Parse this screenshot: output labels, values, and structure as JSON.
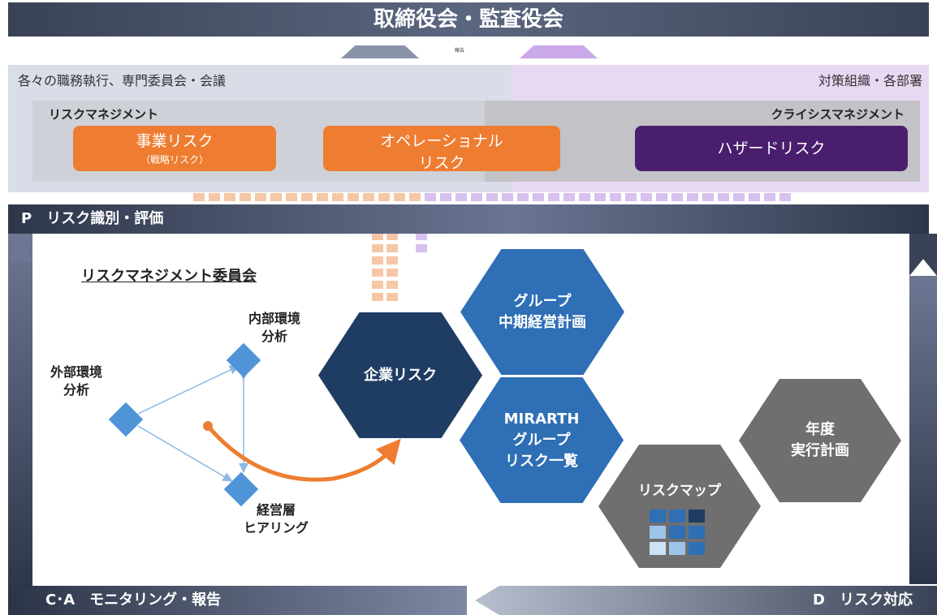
{
  "board": {
    "title": "取締役会・監査役会",
    "report_label": "報告"
  },
  "context": {
    "left_label": "各々の職務執行、専門委員会・会議",
    "right_label": "対策組織・各部署"
  },
  "management": {
    "risk_management_title": "リスクマネジメント",
    "crisis_management_title": "クライシスマネジメント"
  },
  "risks": {
    "business_main": "事業リスク",
    "business_sub": "（戦略リスク）",
    "operational_line1": "オペレーショナル",
    "operational_line2": "リスク",
    "hazard": "ハザードリスク"
  },
  "pdca": {
    "p_label": "P　リスク識別・評価",
    "ca_label": "C･A　モニタリング・報告",
    "d_label": "D　リスク対応"
  },
  "committee": {
    "title": "リスクマネジメント委員会",
    "external_line1": "外部環境",
    "external_line2": "分析",
    "internal_line1": "内部環境",
    "internal_line2": "分析",
    "mgmt_line1": "経営層",
    "mgmt_line2": "ヒアリング"
  },
  "hexagons": {
    "corporate_risk": "企業リスク",
    "midterm_line1": "グループ",
    "midterm_line2": "中期経営計画",
    "mirarth_line1": "MIRARTH",
    "mirarth_line2": "グループ",
    "mirarth_line3": "リスク一覧",
    "riskmap": "リスクマップ",
    "annual_line1": "年度",
    "annual_line2": "実行計画"
  },
  "colors": {
    "orange": "#ee7d31",
    "purple_dark": "#4a1e6e",
    "navy": "#1f3d63",
    "blue": "#2e6fb5",
    "gray": "#6f6f70",
    "diamond": "#4f94d6",
    "peach": "#f6c7a6",
    "lavender": "#d8c0ef"
  }
}
